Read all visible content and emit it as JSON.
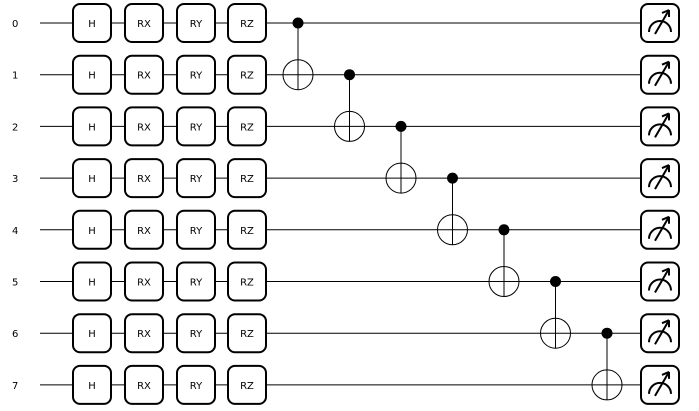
{
  "circuit": {
    "qubits": [
      "0",
      "1",
      "2",
      "3",
      "4",
      "5",
      "6",
      "7"
    ],
    "layers": [
      "H",
      "RX",
      "RY",
      "RZ"
    ],
    "cnots": [
      {
        "control": 0,
        "target": 1
      },
      {
        "control": 1,
        "target": 2
      },
      {
        "control": 2,
        "target": 3
      },
      {
        "control": 3,
        "target": 4
      },
      {
        "control": 4,
        "target": 5
      },
      {
        "control": 5,
        "target": 6
      },
      {
        "control": 6,
        "target": 7
      }
    ],
    "measure_all": true
  }
}
